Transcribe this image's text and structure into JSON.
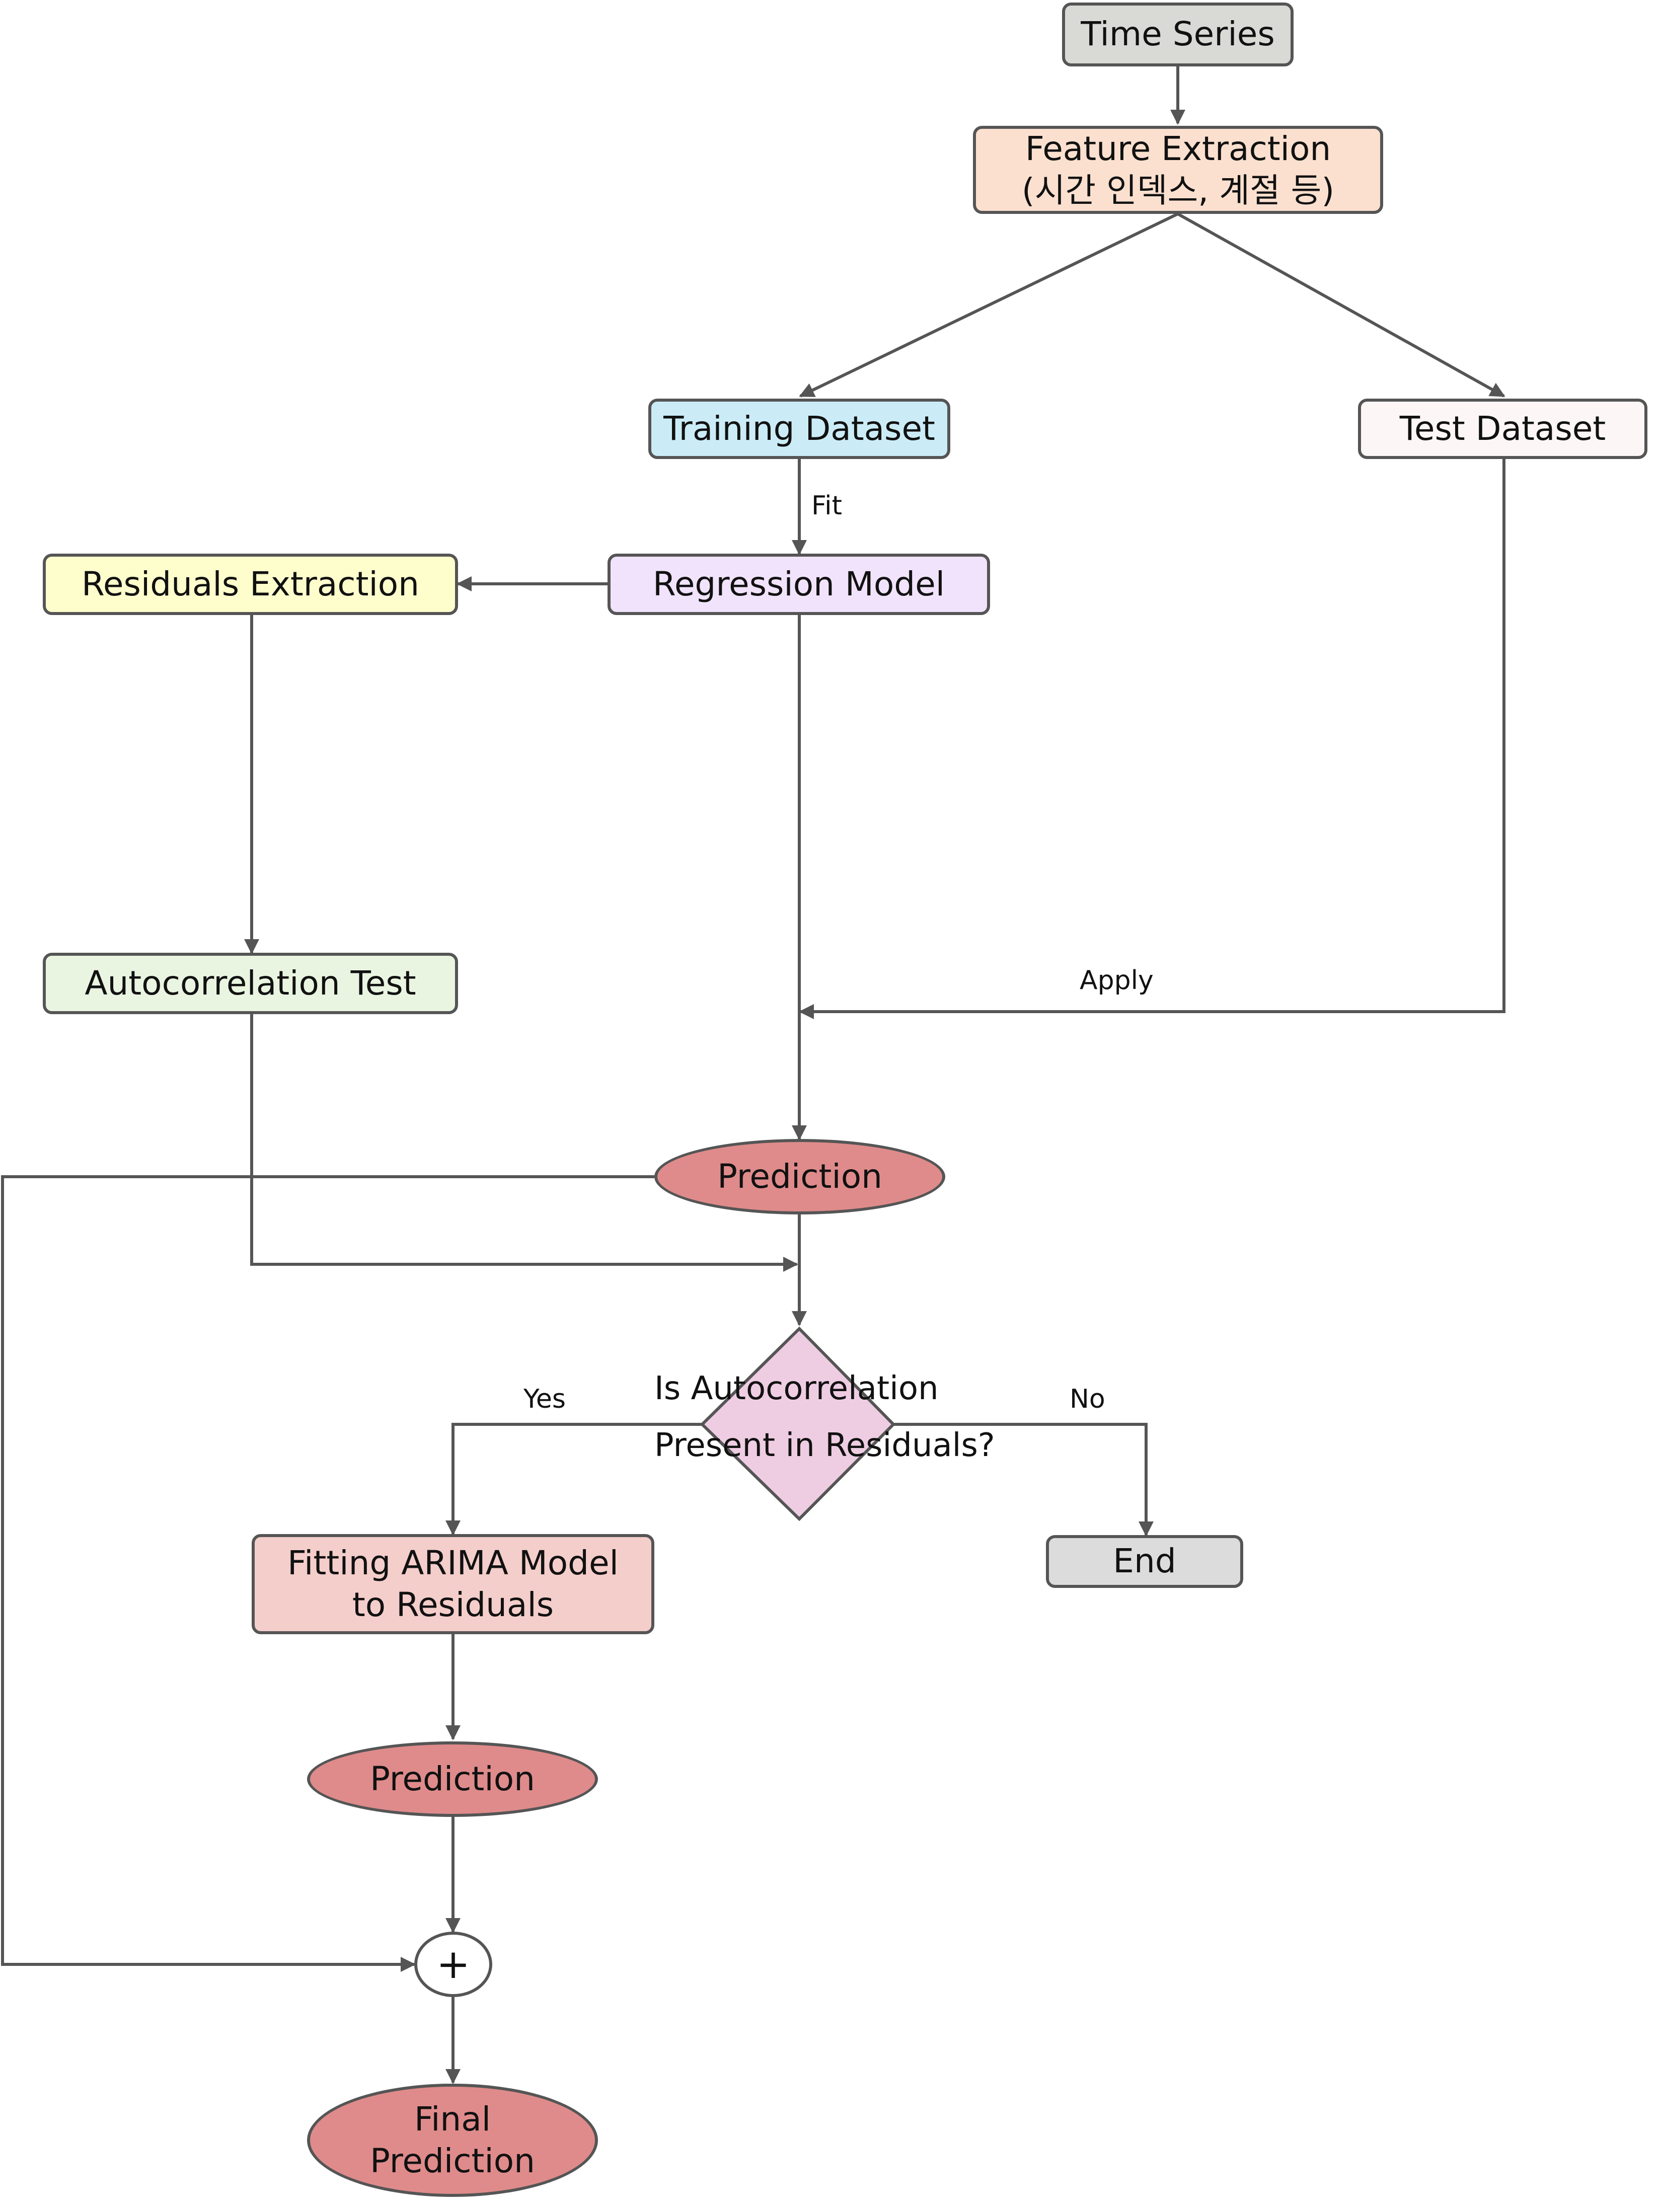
{
  "nodes": {
    "time_series": {
      "label": "Time Series",
      "color": "#d9d9d6"
    },
    "feature_extraction": {
      "line1": "Feature Extraction",
      "line2": "(시간 인덱스, 계절 등)",
      "color": "#fbe0cf"
    },
    "training_dataset": {
      "label": "Training Dataset",
      "color": "#cbecf7"
    },
    "test_dataset": {
      "label": "Test Dataset",
      "color": "#fcf6f6"
    },
    "regression_model": {
      "label": "Regression Model",
      "color": "#f1e3fb"
    },
    "residuals_extraction": {
      "label": "Residuals Extraction",
      "color": "#fefecd"
    },
    "autocorrelation_test": {
      "label": "Autocorrelation Test",
      "color": "#e9f5e1"
    },
    "prediction_main": {
      "label": "Prediction",
      "color": "#df8b8b"
    },
    "decision": {
      "line1": "Is Autocorrelation",
      "line2": "Present in Residuals?",
      "color": "#eecde2"
    },
    "fitting_arima": {
      "line1": "Fitting ARIMA Model",
      "line2": "to Residuals",
      "color": "#f4cecb"
    },
    "end": {
      "label": "End",
      "color": "#dcdcdc"
    },
    "prediction_arima": {
      "label": "Prediction",
      "color": "#df8b8b"
    },
    "sum": {
      "symbol": "+",
      "color": "#ffffff"
    },
    "final_prediction": {
      "line1": "Final",
      "line2": "Prediction",
      "color": "#df8b8b"
    }
  },
  "edge_labels": {
    "fit": "Fit",
    "apply": "Apply",
    "yes": "Yes",
    "no": "No"
  },
  "colors": {
    "edge": "#555555",
    "border": "#555555"
  }
}
